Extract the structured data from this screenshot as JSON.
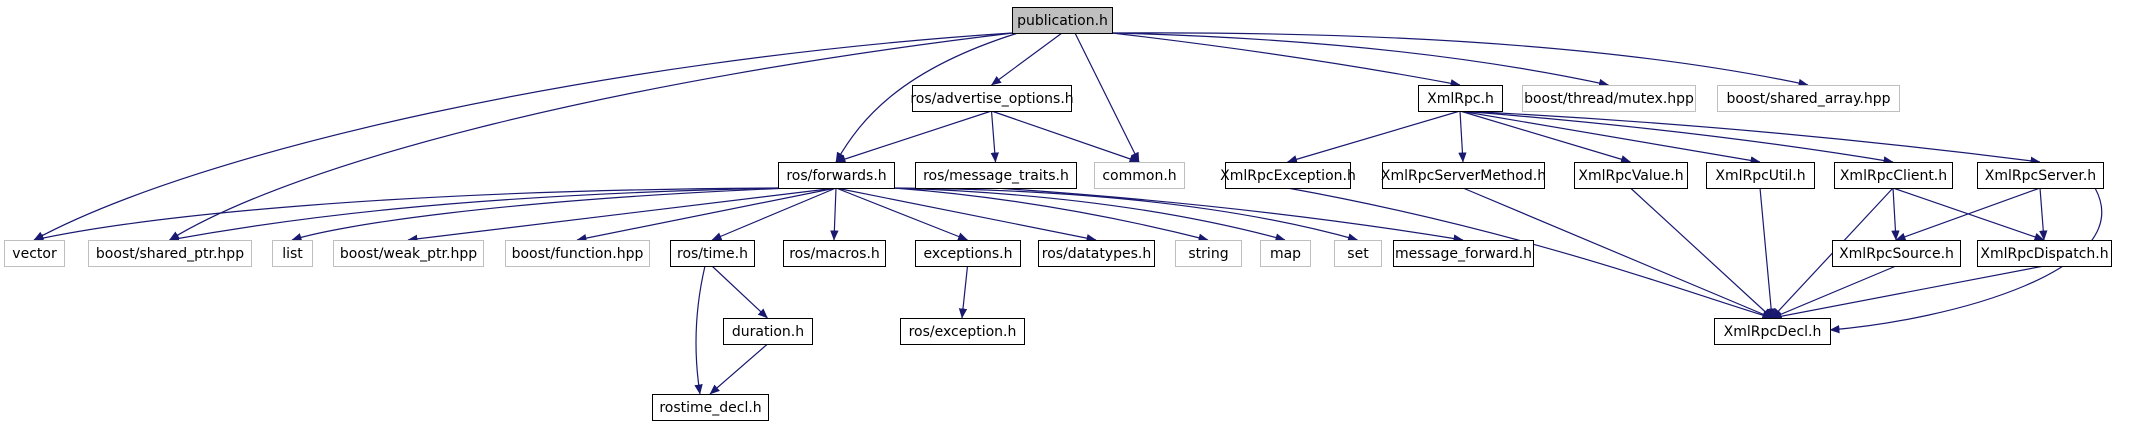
{
  "colors": {
    "edge": "#191970",
    "root_fill": "#bfbfbf",
    "node_border": "#000000",
    "external_border": "#bfbfbf",
    "background": "#ffffff"
  },
  "nodes": [
    {
      "id": "publication",
      "label": "publication.h",
      "style": "root"
    },
    {
      "id": "advertise_options",
      "label": "ros/advertise_options.h",
      "style": "normal"
    },
    {
      "id": "xmlrpc",
      "label": "XmlRpc.h",
      "style": "normal"
    },
    {
      "id": "boost_mutex",
      "label": "boost/thread/mutex.hpp",
      "style": "external"
    },
    {
      "id": "boost_shared_array",
      "label": "boost/shared_array.hpp",
      "style": "external"
    },
    {
      "id": "forwards",
      "label": "ros/forwards.h",
      "style": "normal"
    },
    {
      "id": "message_traits",
      "label": "ros/message_traits.h",
      "style": "normal"
    },
    {
      "id": "common",
      "label": "common.h",
      "style": "external"
    },
    {
      "id": "xmlrpc_exception",
      "label": "XmlRpcException.h",
      "style": "normal"
    },
    {
      "id": "xmlrpc_server_method",
      "label": "XmlRpcServerMethod.h",
      "style": "normal"
    },
    {
      "id": "xmlrpc_value",
      "label": "XmlRpcValue.h",
      "style": "normal"
    },
    {
      "id": "xmlrpc_util",
      "label": "XmlRpcUtil.h",
      "style": "normal"
    },
    {
      "id": "xmlrpc_client",
      "label": "XmlRpcClient.h",
      "style": "normal"
    },
    {
      "id": "xmlrpc_server",
      "label": "XmlRpcServer.h",
      "style": "normal"
    },
    {
      "id": "vector",
      "label": "vector",
      "style": "external"
    },
    {
      "id": "boost_shared_ptr",
      "label": "boost/shared_ptr.hpp",
      "style": "external"
    },
    {
      "id": "list",
      "label": "list",
      "style": "external"
    },
    {
      "id": "boost_weak_ptr",
      "label": "boost/weak_ptr.hpp",
      "style": "external"
    },
    {
      "id": "boost_function",
      "label": "boost/function.hpp",
      "style": "external"
    },
    {
      "id": "ros_time",
      "label": "ros/time.h",
      "style": "normal"
    },
    {
      "id": "ros_macros",
      "label": "ros/macros.h",
      "style": "normal"
    },
    {
      "id": "exceptions",
      "label": "exceptions.h",
      "style": "normal"
    },
    {
      "id": "ros_datatypes",
      "label": "ros/datatypes.h",
      "style": "normal"
    },
    {
      "id": "string",
      "label": "string",
      "style": "external"
    },
    {
      "id": "map",
      "label": "map",
      "style": "external"
    },
    {
      "id": "set",
      "label": "set",
      "style": "external"
    },
    {
      "id": "message_forward",
      "label": "message_forward.h",
      "style": "normal"
    },
    {
      "id": "xmlrpc_source",
      "label": "XmlRpcSource.h",
      "style": "normal"
    },
    {
      "id": "xmlrpc_dispatch",
      "label": "XmlRpcDispatch.h",
      "style": "normal"
    },
    {
      "id": "duration",
      "label": "duration.h",
      "style": "normal"
    },
    {
      "id": "ros_exception",
      "label": "ros/exception.h",
      "style": "normal"
    },
    {
      "id": "xmlrpc_decl",
      "label": "XmlRpcDecl.h",
      "style": "normal"
    },
    {
      "id": "rostime_decl",
      "label": "rostime_decl.h",
      "style": "normal"
    }
  ],
  "edges": [
    [
      "publication",
      "vector"
    ],
    [
      "publication",
      "boost_shared_ptr"
    ],
    [
      "publication",
      "forwards"
    ],
    [
      "publication",
      "advertise_options"
    ],
    [
      "publication",
      "common"
    ],
    [
      "publication",
      "xmlrpc"
    ],
    [
      "publication",
      "boost_mutex"
    ],
    [
      "publication",
      "boost_shared_array"
    ],
    [
      "advertise_options",
      "forwards"
    ],
    [
      "advertise_options",
      "message_traits"
    ],
    [
      "advertise_options",
      "common"
    ],
    [
      "message_traits",
      "message_forward"
    ],
    [
      "forwards",
      "vector"
    ],
    [
      "forwards",
      "boost_shared_ptr"
    ],
    [
      "forwards",
      "list"
    ],
    [
      "forwards",
      "boost_weak_ptr"
    ],
    [
      "forwards",
      "boost_function"
    ],
    [
      "forwards",
      "ros_time"
    ],
    [
      "forwards",
      "ros_macros"
    ],
    [
      "forwards",
      "exceptions"
    ],
    [
      "forwards",
      "ros_datatypes"
    ],
    [
      "forwards",
      "string"
    ],
    [
      "forwards",
      "map"
    ],
    [
      "forwards",
      "set"
    ],
    [
      "ros_time",
      "duration"
    ],
    [
      "ros_time",
      "rostime_decl"
    ],
    [
      "duration",
      "rostime_decl"
    ],
    [
      "exceptions",
      "ros_exception"
    ],
    [
      "xmlrpc",
      "xmlrpc_exception"
    ],
    [
      "xmlrpc",
      "xmlrpc_server_method"
    ],
    [
      "xmlrpc",
      "xmlrpc_value"
    ],
    [
      "xmlrpc",
      "xmlrpc_util"
    ],
    [
      "xmlrpc",
      "xmlrpc_client"
    ],
    [
      "xmlrpc",
      "xmlrpc_server"
    ],
    [
      "xmlrpc_exception",
      "xmlrpc_decl"
    ],
    [
      "xmlrpc_server_method",
      "xmlrpc_decl"
    ],
    [
      "xmlrpc_value",
      "xmlrpc_decl"
    ],
    [
      "xmlrpc_util",
      "xmlrpc_decl"
    ],
    [
      "xmlrpc_client",
      "xmlrpc_decl"
    ],
    [
      "xmlrpc_client",
      "xmlrpc_source"
    ],
    [
      "xmlrpc_client",
      "xmlrpc_dispatch"
    ],
    [
      "xmlrpc_server",
      "xmlrpc_source"
    ],
    [
      "xmlrpc_server",
      "xmlrpc_dispatch"
    ],
    [
      "xmlrpc_server",
      "xmlrpc_decl"
    ],
    [
      "xmlrpc_source",
      "xmlrpc_decl"
    ],
    [
      "xmlrpc_dispatch",
      "xmlrpc_decl"
    ]
  ]
}
